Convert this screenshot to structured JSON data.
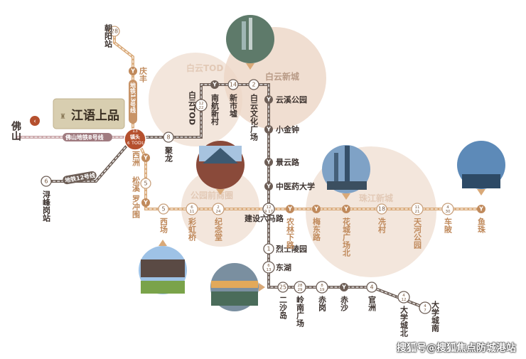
{
  "colors": {
    "line": "#d9a978",
    "hub": "#b5502e",
    "dark_line": "#6d5e56",
    "area": "#f1e2d6"
  },
  "areas": {
    "baiyun_tod": "白云TOD",
    "baiyun_xincheng": "白云新城",
    "gongyuanqian": "公园前商圈",
    "zhujiang_xincheng": "珠江新城"
  },
  "logo": {
    "text": "江语上品"
  },
  "foshan": {
    "label": "佛山",
    "line_label": "佛山地铁8号线"
  },
  "lines": {
    "line13": "地铁13号线",
    "line12": "地铁12号线"
  },
  "hub": {
    "top": "13",
    "name": "镇头",
    "sub": "TOD",
    "left": "6",
    "right": "12"
  },
  "stations": {
    "chaoyang": {
      "name": "朝阳站",
      "num": "28"
    },
    "qingfeng": {
      "name": "庆丰",
      "num": "Y"
    },
    "xunfenggang": {
      "name": "浔峰岗站",
      "num": "6"
    },
    "julong": {
      "name": "聚龙",
      "num": "8"
    },
    "baiyuntod": {
      "name": "白云TOD",
      "num": "12",
      "num2": "22"
    },
    "nanhang": {
      "name": "南航新村",
      "num": "Y"
    },
    "xinshixu": {
      "name": "新市墟",
      "num": "14"
    },
    "wenhua": {
      "name": "白云文化广场",
      "num": "2"
    },
    "yunxi": {
      "name": "云溪公园",
      "num": "Y"
    },
    "xiaojinzhong": {
      "name": "小金钟",
      "num": "Y"
    },
    "jingyun": {
      "name": "景云路",
      "num": "Y"
    },
    "zhongyiyao": {
      "name": "中医药大学",
      "num": "Y"
    },
    "jianshe": {
      "name": "建设六马路",
      "num": "12",
      "num2": "9 17"
    },
    "lieshi": {
      "name": "烈士陵园",
      "num": "1"
    },
    "donghu": {
      "name": "东湖",
      "num": "6",
      "num2": "13"
    },
    "ershadao": {
      "name": "二沙岛",
      "num": "25"
    },
    "lingnan": {
      "name": "岭南广场",
      "num": "28",
      "num2": "29"
    },
    "chigang": {
      "name": "赤岗",
      "num": "8",
      "num2": "19"
    },
    "chisha": {
      "name": "赤沙",
      "num": "Y"
    },
    "guanzhou": {
      "name": "官洲",
      "num": "4"
    },
    "daxuechengbei": {
      "name": "大学城北",
      "num": "4",
      "num2": "12"
    },
    "daxuechengnan": {
      "name": "大学城南",
      "num": "4",
      "num2": "7"
    },
    "xizhou": {
      "name": "西洲",
      "num": "Y"
    },
    "songxi": {
      "name": "松溪",
      "num": "5"
    },
    "luochongwei": {
      "name": "罗冲围",
      "num": "Y"
    },
    "xichang": {
      "name": "西场",
      "num": "5"
    },
    "caihong": {
      "name": "彩虹桥",
      "num": "6",
      "num2": "11"
    },
    "jiniantang": {
      "name": "纪念堂",
      "num": "2",
      "num2": "24"
    },
    "nonglin": {
      "name": "农林下路",
      "num": "Y"
    },
    "meidong": {
      "name": "梅东路",
      "num": "Y"
    },
    "huacheng": {
      "name": "花城广场北",
      "num": "Y"
    },
    "xiancun": {
      "name": "冼村",
      "num": "18"
    },
    "tianhe": {
      "name": "天河公园",
      "num": "11",
      "num2": "21"
    },
    "chebei": {
      "name": "车陂",
      "num": "4",
      "num2": "30"
    },
    "yuzhu": {
      "name": "鱼珠",
      "num": "Y"
    }
  },
  "watermark": "搜狐号@搜狐焦点防城港站"
}
